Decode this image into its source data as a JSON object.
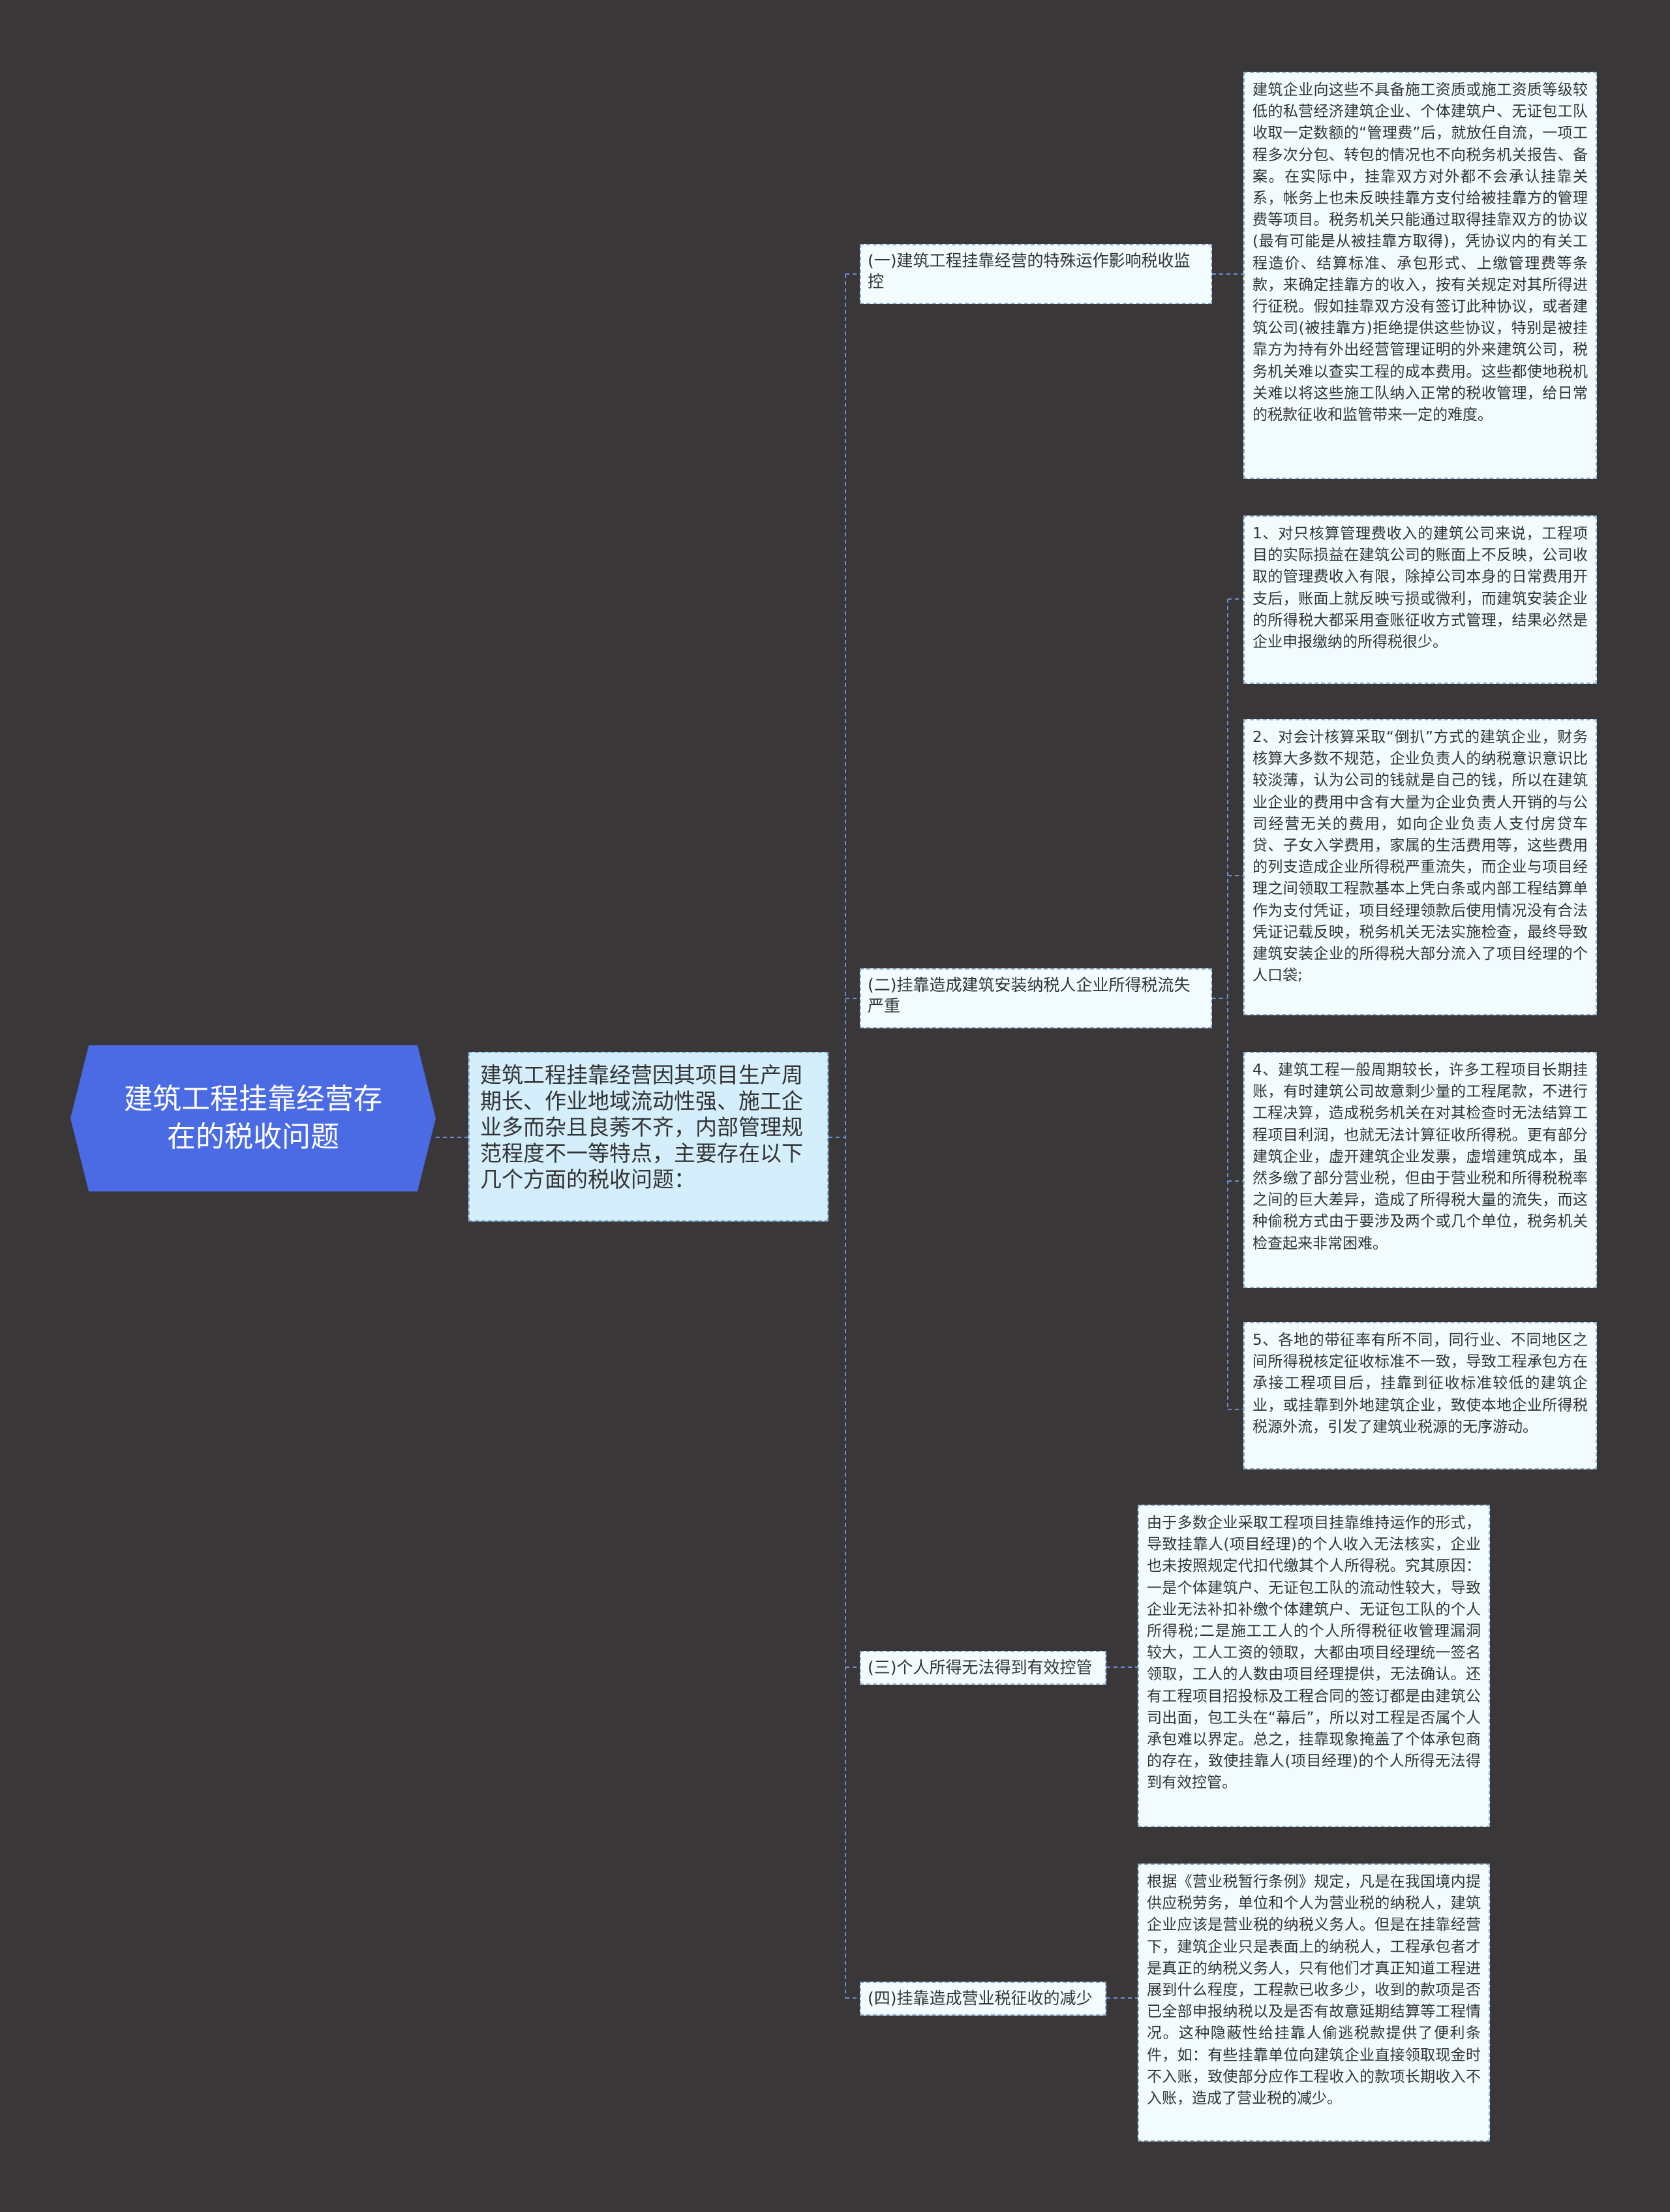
{
  "root": {
    "title": "建筑工程挂靠经营存在的税收问题"
  },
  "summary": "建筑工程挂靠经营因其项目生产周期长、作业地域流动性强、施工企业多而杂且良莠不齐，内部管理规范程度不一等特点，主要存在以下几个方面的税收问题：",
  "branches": [
    {
      "title": "(一)建筑工程挂靠经营的特殊运作影响税收监控",
      "details": [
        "建筑企业向这些不具备施工资质或施工资质等级较低的私营经济建筑企业、个体建筑户、无证包工队收取一定数额的“管理费”后，就放任自流，一项工程多次分包、转包的情况也不向税务机关报告、备案。在实际中，挂靠双方对外都不会承认挂靠关系，帐务上也未反映挂靠方支付给被挂靠方的管理费等项目。税务机关只能通过取得挂靠双方的协议(最有可能是从被挂靠方取得)，凭协议内的有关工程造价、结算标准、承包形式、上缴管理费等条款，来确定挂靠方的收入，按有关规定对其所得进行征税。假如挂靠双方没有签订此种协议，或者建筑公司(被挂靠方)拒绝提供这些协议，特别是被挂靠方为持有外出经营管理证明的外来建筑公司，税务机关难以查实工程的成本费用。这些都使地税机关难以将这些施工队纳入正常的税收管理，给日常的税款征收和监管带来一定的难度。"
      ]
    },
    {
      "title": "(二)挂靠造成建筑安装纳税人企业所得税流失严重",
      "details": [
        "1、对只核算管理费收入的建筑公司来说，工程项目的实际损益在建筑公司的账面上不反映，公司收取的管理费收入有限，除掉公司本身的日常费用开支后，账面上就反映亏损或微利，而建筑安装企业的所得税大都采用查账征收方式管理，结果必然是企业申报缴纳的所得税很少。",
        "2、对会计核算采取“倒扒”方式的建筑企业，财务核算大多数不规范，企业负责人的纳税意识意识比较淡薄，认为公司的钱就是自己的钱，所以在建筑业企业的费用中含有大量为企业负责人开销的与公司经营无关的费用，如向企业负责人支付房贷车贷、子女入学费用，家属的生活费用等，这些费用的列支造成企业所得税严重流失，而企业与项目经理之间领取工程款基本上凭白条或内部工程结算单作为支付凭证，项目经理领款后使用情况没有合法凭证记载反映，税务机关无法实施检查，最终导致建筑安装企业的所得税大部分流入了项目经理的个人口袋;",
        "4、建筑工程一般周期较长，许多工程项目长期挂账，有时建筑公司故意剩少量的工程尾款，不进行工程决算，造成税务机关在对其检查时无法结算工程项目利润，也就无法计算征收所得税。更有部分建筑企业，虚开建筑企业发票，虚增建筑成本，虽然多缴了部分营业税，但由于营业税和所得税税率之间的巨大差异，造成了所得税大量的流失，而这种偷税方式由于要涉及两个或几个单位，税务机关检查起来非常困难。",
        "5、各地的带征率有所不同，同行业、不同地区之间所得税核定征收标准不一致，导致工程承包方在承接工程项目后，挂靠到征收标准较低的建筑企业，或挂靠到外地建筑企业，致使本地企业所得税税源外流，引发了建筑业税源的无序游动。"
      ]
    },
    {
      "title": "(三)个人所得无法得到有效控管",
      "details": [
        "由于多数企业采取工程项目挂靠维持运作的形式，导致挂靠人(项目经理)的个人收入无法核实，企业也未按照规定代扣代缴其个人所得税。究其原因：一是个体建筑户、无证包工队的流动性较大，导致企业无法补扣补缴个体建筑户、无证包工队的个人所得税;二是施工工人的个人所得税征收管理漏洞较大，工人工资的领取，大都由项目经理统一签名领取，工人的人数由项目经理提供，无法确认。还有工程项目招投标及工程合同的签订都是由建筑公司出面，包工头在“幕后”，所以对工程是否属个人承包难以界定。总之，挂靠现象掩盖了个体承包商的存在，致使挂靠人(项目经理)的个人所得无法得到有效控管。"
      ]
    },
    {
      "title": "(四)挂靠造成营业税征收的减少",
      "details": [
        "根据《营业税暂行条例》规定，凡是在我国境内提供应税劳务，单位和个人为营业税的纳税人，建筑企业应该是营业税的纳税义务人。但是在挂靠经营下，建筑企业只是表面上的纳税人，工程承包者才是真正的纳税义务人，只有他们才真正知道工程进展到什么程度，工程款已收多少，收到的款项是否已全部申报纳税以及是否有故意延期结算等工程情况。这种隐蔽性给挂靠人偷逃税款提供了便利条件，如：有些挂靠单位向建筑企业直接领取现金时不入账，致使部分应作工程收入的款项长期收入不入账，造成了营业税的减少。"
      ]
    }
  ],
  "colors": {
    "background": "#3a3739",
    "root_fill": "#4a6be4",
    "summary_fill": "#d4eefb",
    "leaf_fill": "#f2fbfe",
    "connector": "#6a8fd8"
  }
}
